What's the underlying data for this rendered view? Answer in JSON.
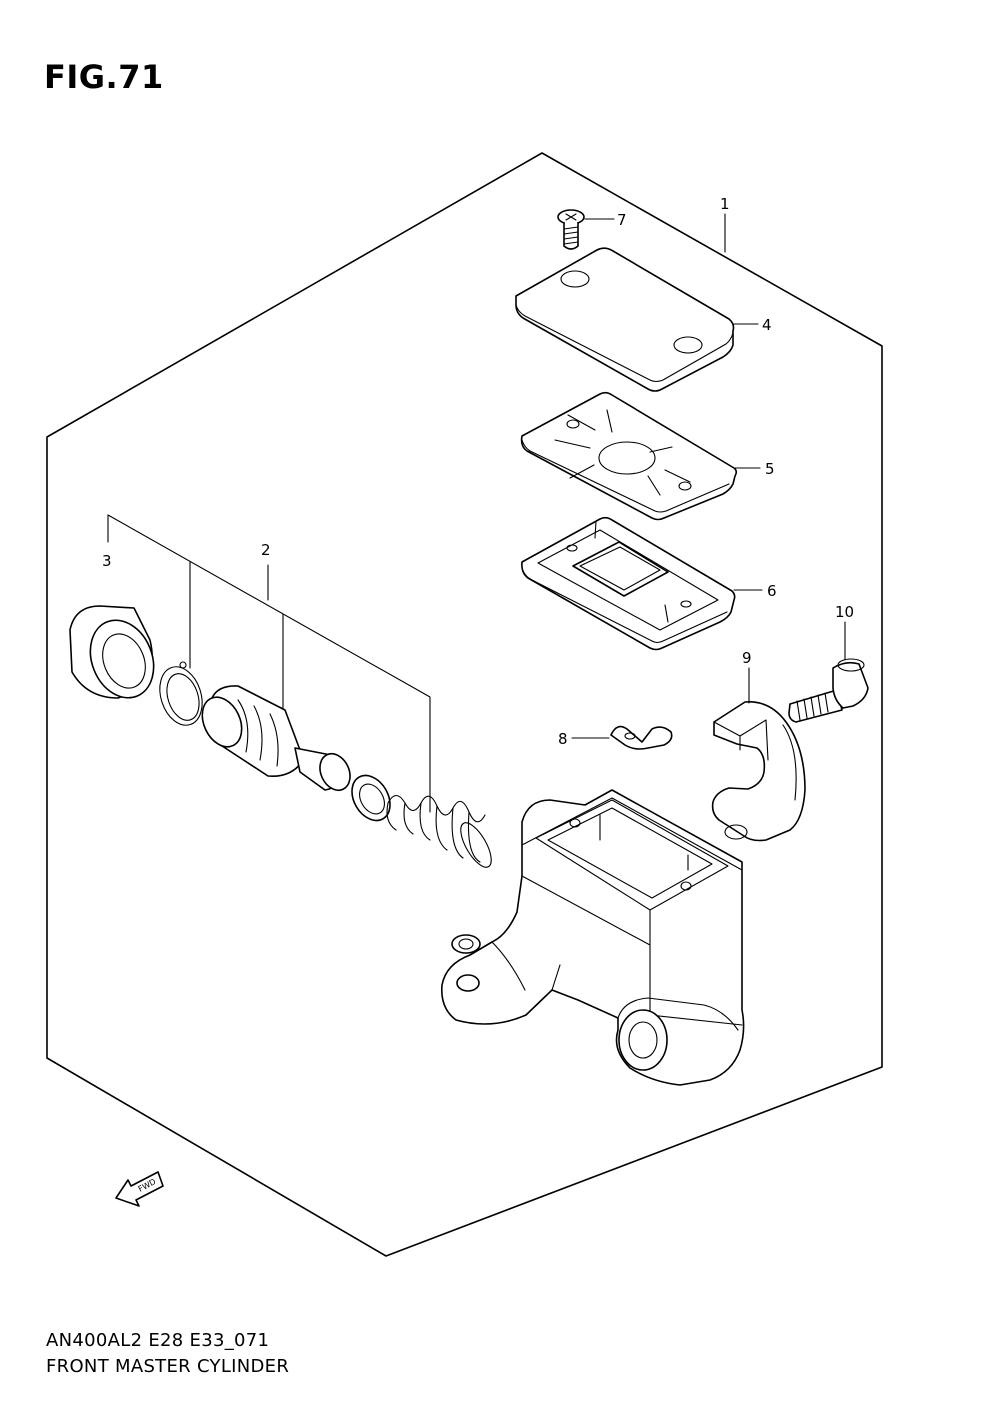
{
  "figure": {
    "title": "FIG.71"
  },
  "callouts": {
    "c1": "1",
    "c2": "2",
    "c3": "3",
    "c4": "4",
    "c5": "5",
    "c6": "6",
    "c7": "7",
    "c8": "8",
    "c9": "9",
    "c10": "10"
  },
  "arrow": {
    "label": "FWD"
  },
  "footer": {
    "code": "AN400AL2 E28 E33_071",
    "name": "FRONT MASTER CYLINDER"
  }
}
